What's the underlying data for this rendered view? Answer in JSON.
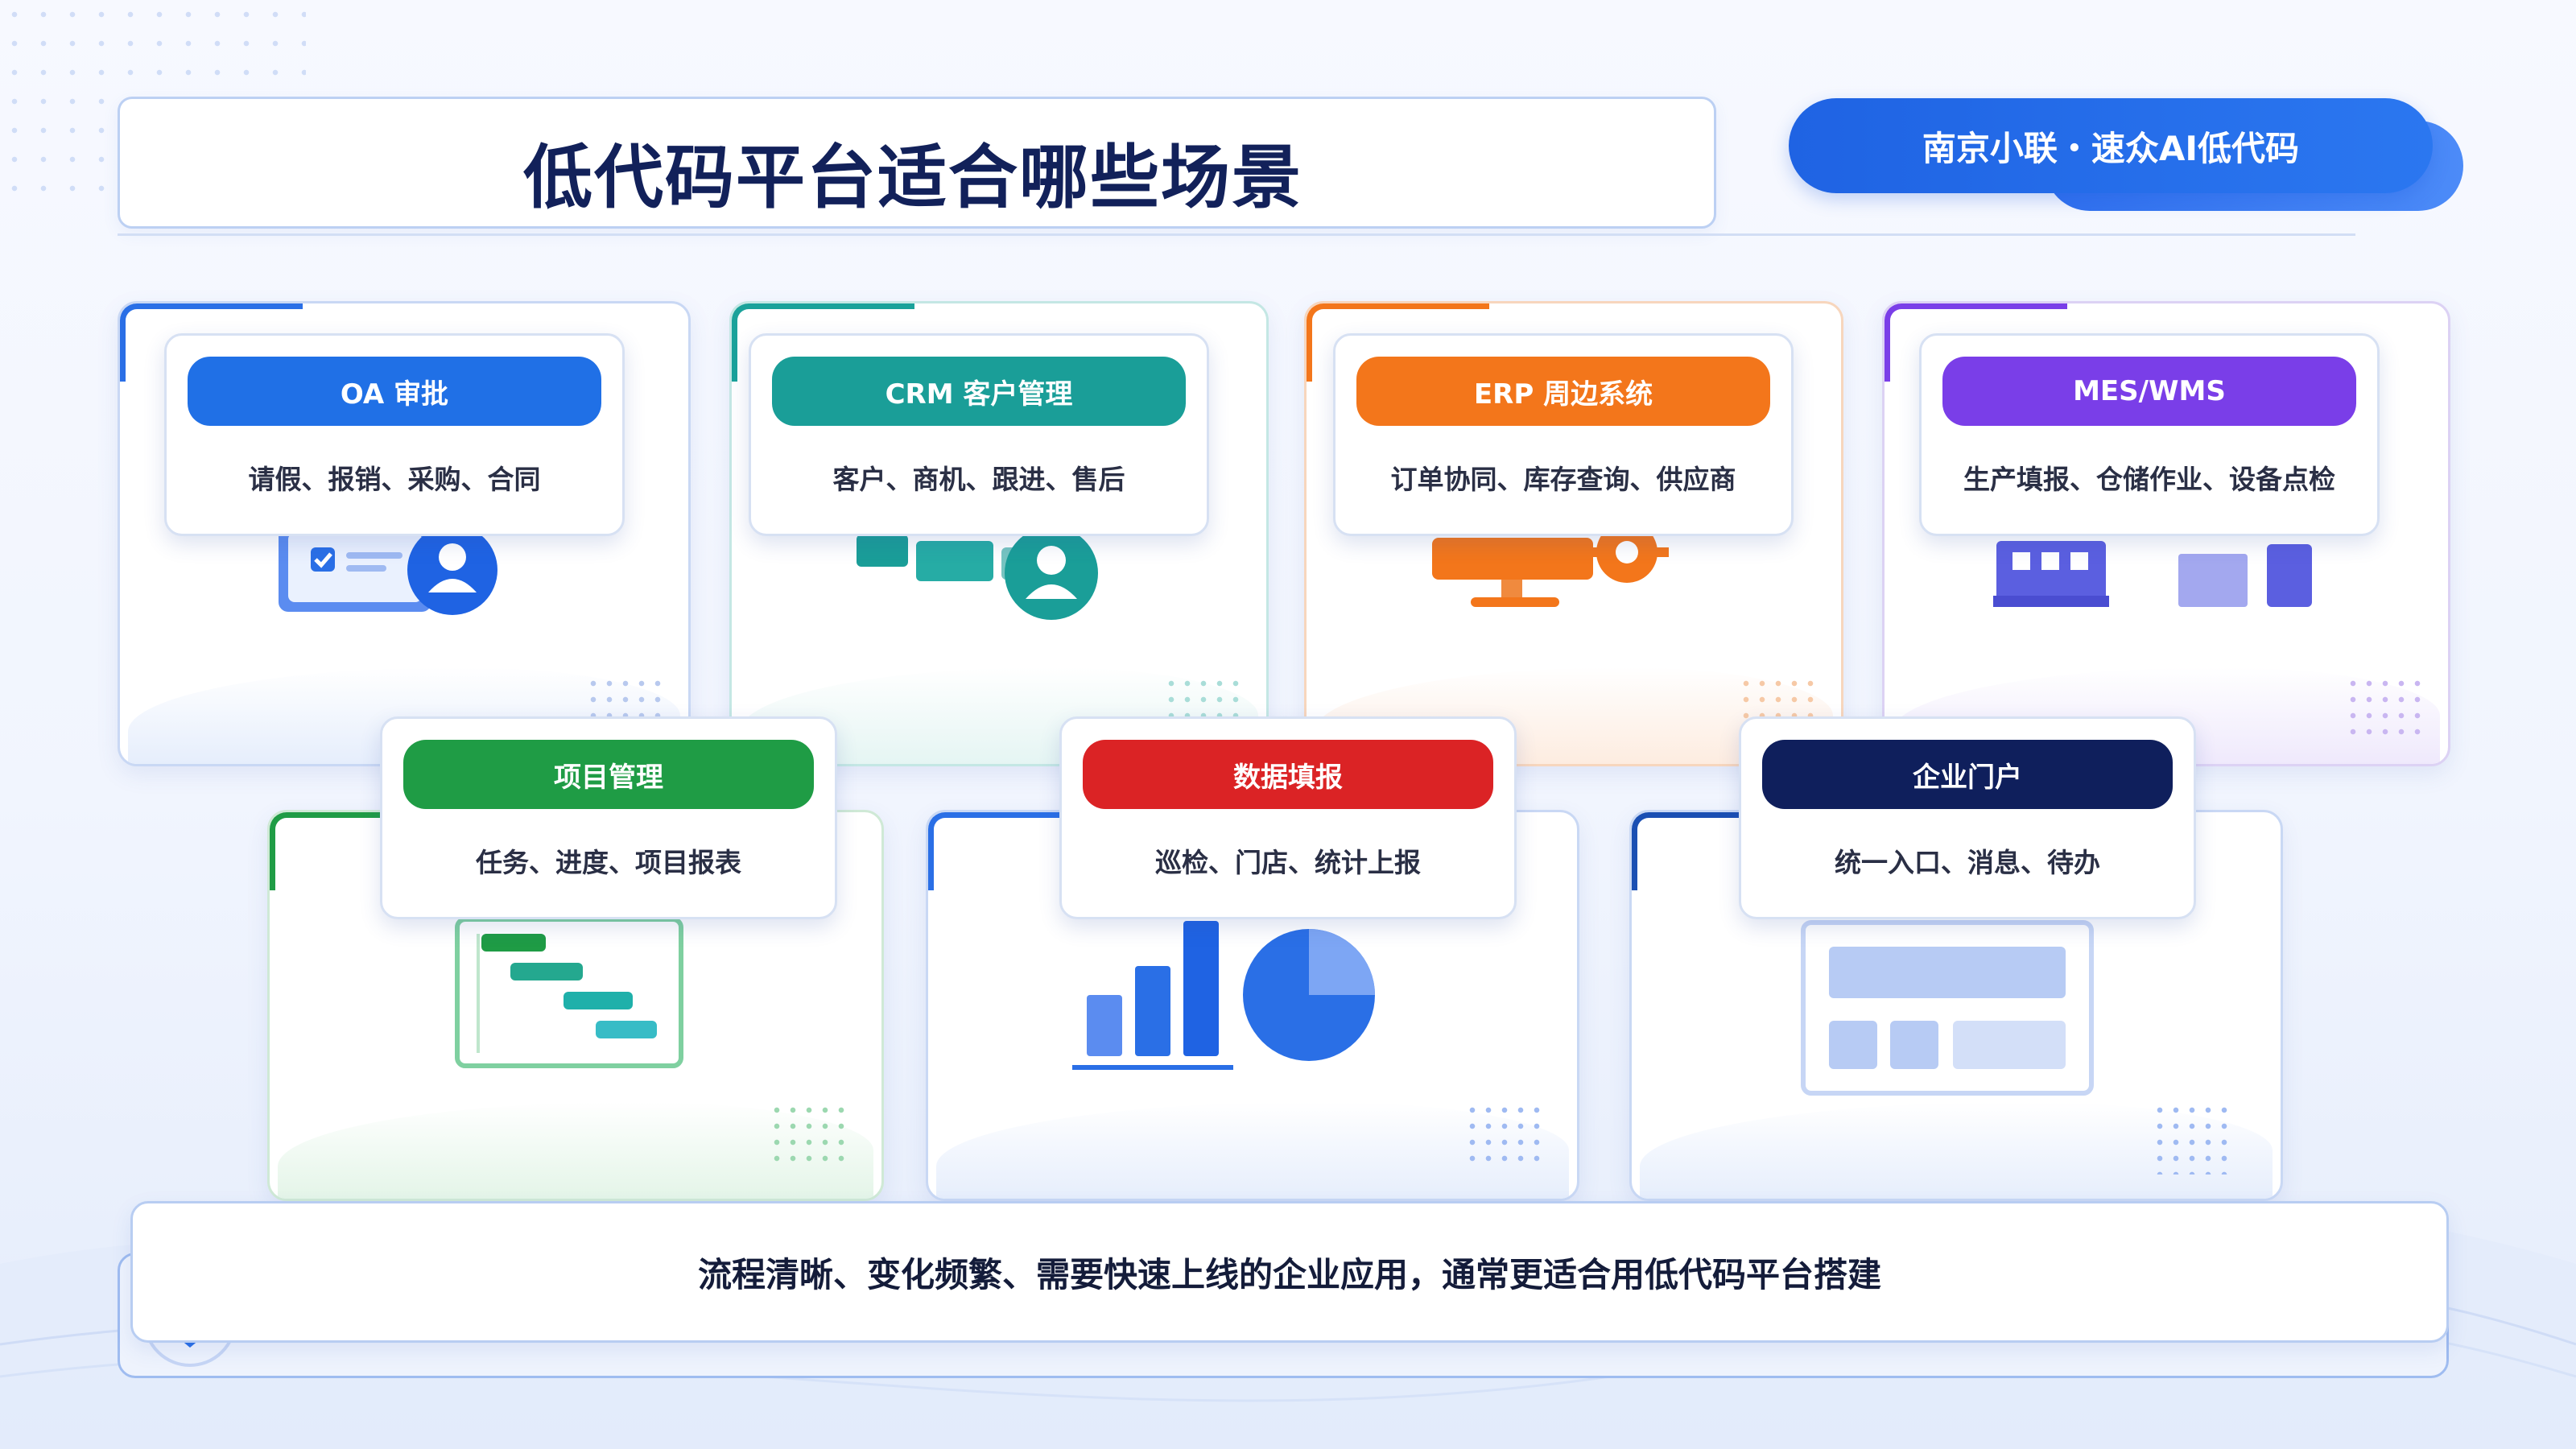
{
  "header": {
    "title": "低代码平台适合哪些场景",
    "brand": "南京小联・速众AI低代码"
  },
  "scenarios": [
    {
      "name": "OA 审批",
      "desc": "请假、报销、采购、合同",
      "color": "#2070e6"
    },
    {
      "name": "CRM 客户管理",
      "desc": "客户、商机、跟进、售后",
      "color": "#1a9e98"
    },
    {
      "name": "ERP 周边系统",
      "desc": "订单协同、库存查询、供应商",
      "color": "#f3761b"
    },
    {
      "name": "MES/WMS",
      "desc": "生产填报、仓储作业、设备点检",
      "color": "#7a3ee8"
    },
    {
      "name": "项目管理",
      "desc": "任务、进度、项目报表",
      "color": "#1f9c45"
    },
    {
      "name": "数据填报",
      "desc": "巡检、门店、统计上报",
      "color": "#db2325"
    },
    {
      "name": "企业门户",
      "desc": "统一入口、消息、待办",
      "color": "#0f1f5c"
    }
  ],
  "summary": "流程清晰、变化频繁、需要快速上线的企业应用，通常更适合用低代码平台搭建"
}
